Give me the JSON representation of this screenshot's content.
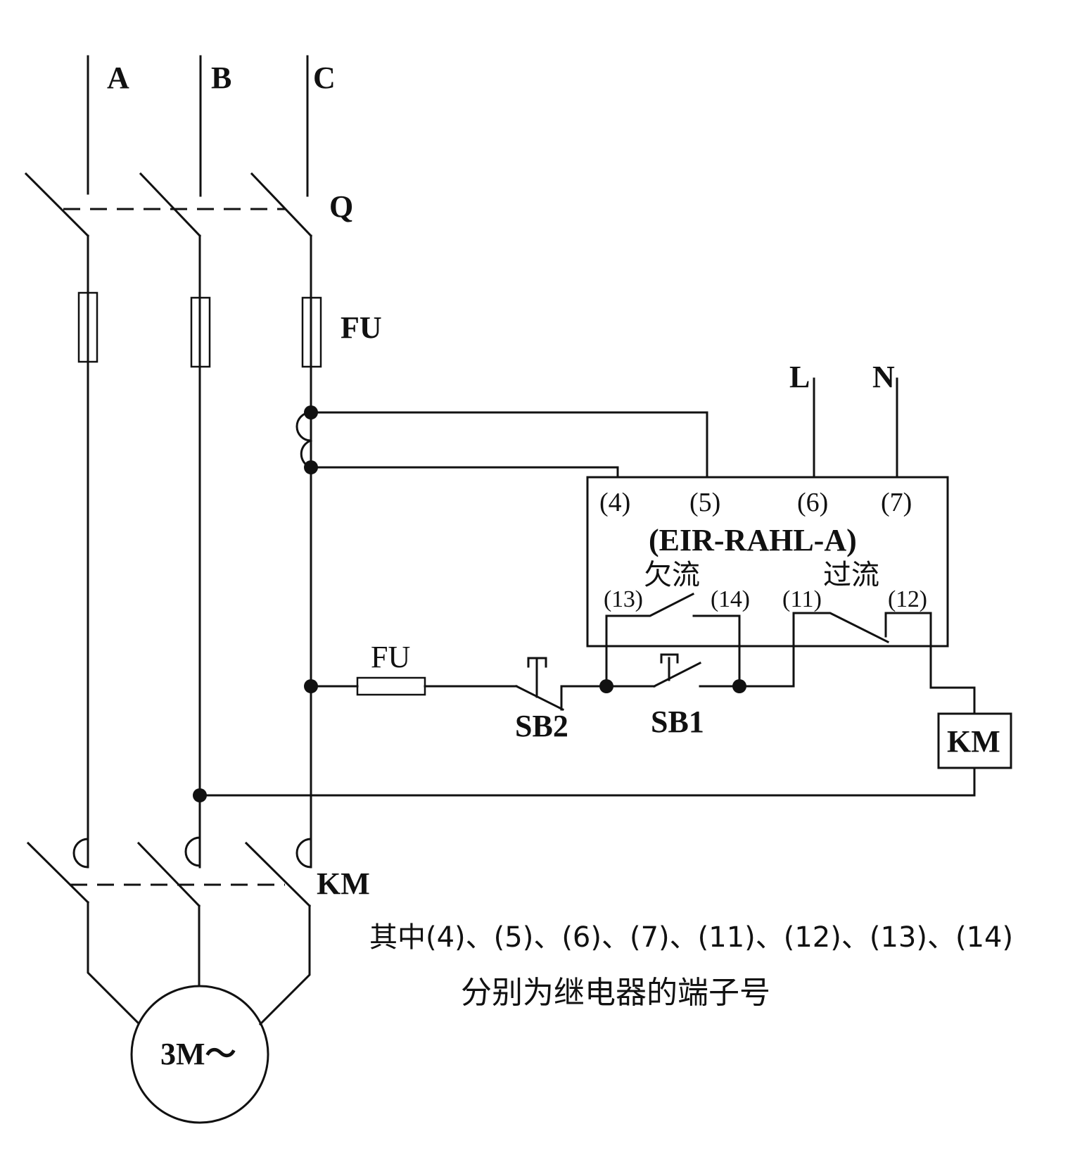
{
  "phases": [
    "A",
    "B",
    "C"
  ],
  "labels": {
    "isolator": "Q",
    "fuse_main": "FU",
    "fuse_control": "FU",
    "live": "L",
    "neutral": "N",
    "stop_button": "SB2",
    "start_button": "SB1",
    "contactor_coil": "KM",
    "contactor_main": "KM",
    "motor": "3M～"
  },
  "relay": {
    "model": "(EIR-RAHL-A)",
    "terminals": {
      "t4": "(4)",
      "t5": "(5)",
      "t6": "(6)",
      "t7": "(7)",
      "t11": "(11)",
      "t12": "(12)",
      "t13": "(13)",
      "t14": "(14)"
    },
    "undercurrent_label": "欠流",
    "overcurrent_label": "过流"
  },
  "note": {
    "line1": "其中(4)、(5)、(6)、(7)、(11)、(12)、(13)、(14)",
    "line2": "分别为继电器的端子号"
  }
}
